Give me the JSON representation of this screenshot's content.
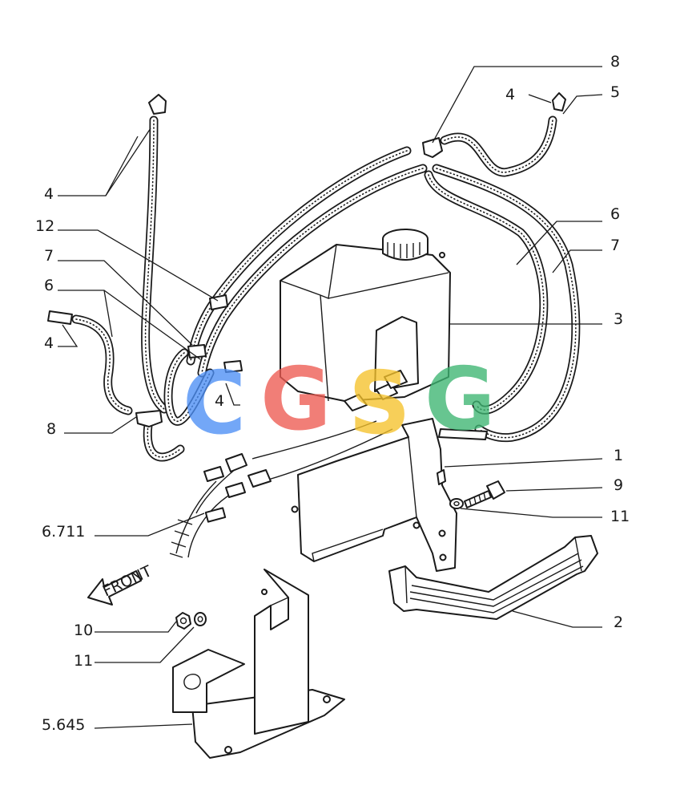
{
  "labels": {
    "l1": "1",
    "l2": "2",
    "l3": "3",
    "l4a": "4",
    "l4b": "4",
    "l4c": "4",
    "l4d": "4",
    "l5": "5",
    "l6a": "6",
    "l6b": "6",
    "l7a": "7",
    "l7b": "7",
    "l8a": "8",
    "l8b": "8",
    "l9": "9",
    "l10": "10",
    "l11a": "11",
    "l11b": "11",
    "l12": "12",
    "l6711": "6.711",
    "l5645": "5.645"
  },
  "front_arrow": "FRONT",
  "watermark": {
    "letters": [
      "C",
      "G",
      "S",
      "G"
    ],
    "colors": [
      "#4c8ff5",
      "#ee5a52",
      "#f5c22b",
      "#3db572"
    ]
  },
  "colors": {
    "line": "#1a1a1a",
    "background": "#ffffff"
  }
}
